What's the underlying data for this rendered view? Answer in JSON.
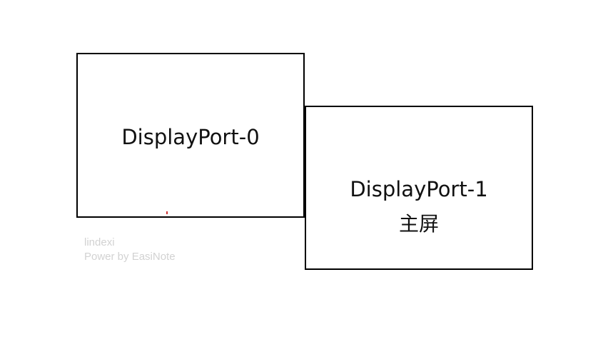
{
  "monitors": [
    {
      "label": "DisplayPort-0",
      "sublabel": ""
    },
    {
      "label": "DisplayPort-1",
      "sublabel": "主屏"
    }
  ],
  "watermark": {
    "author": "lindexi",
    "credit": "Power by EasiNote"
  },
  "colors": {
    "border": "#000000",
    "text": "#111111",
    "watermark": "#d2d2d2",
    "background": "#ffffff"
  }
}
